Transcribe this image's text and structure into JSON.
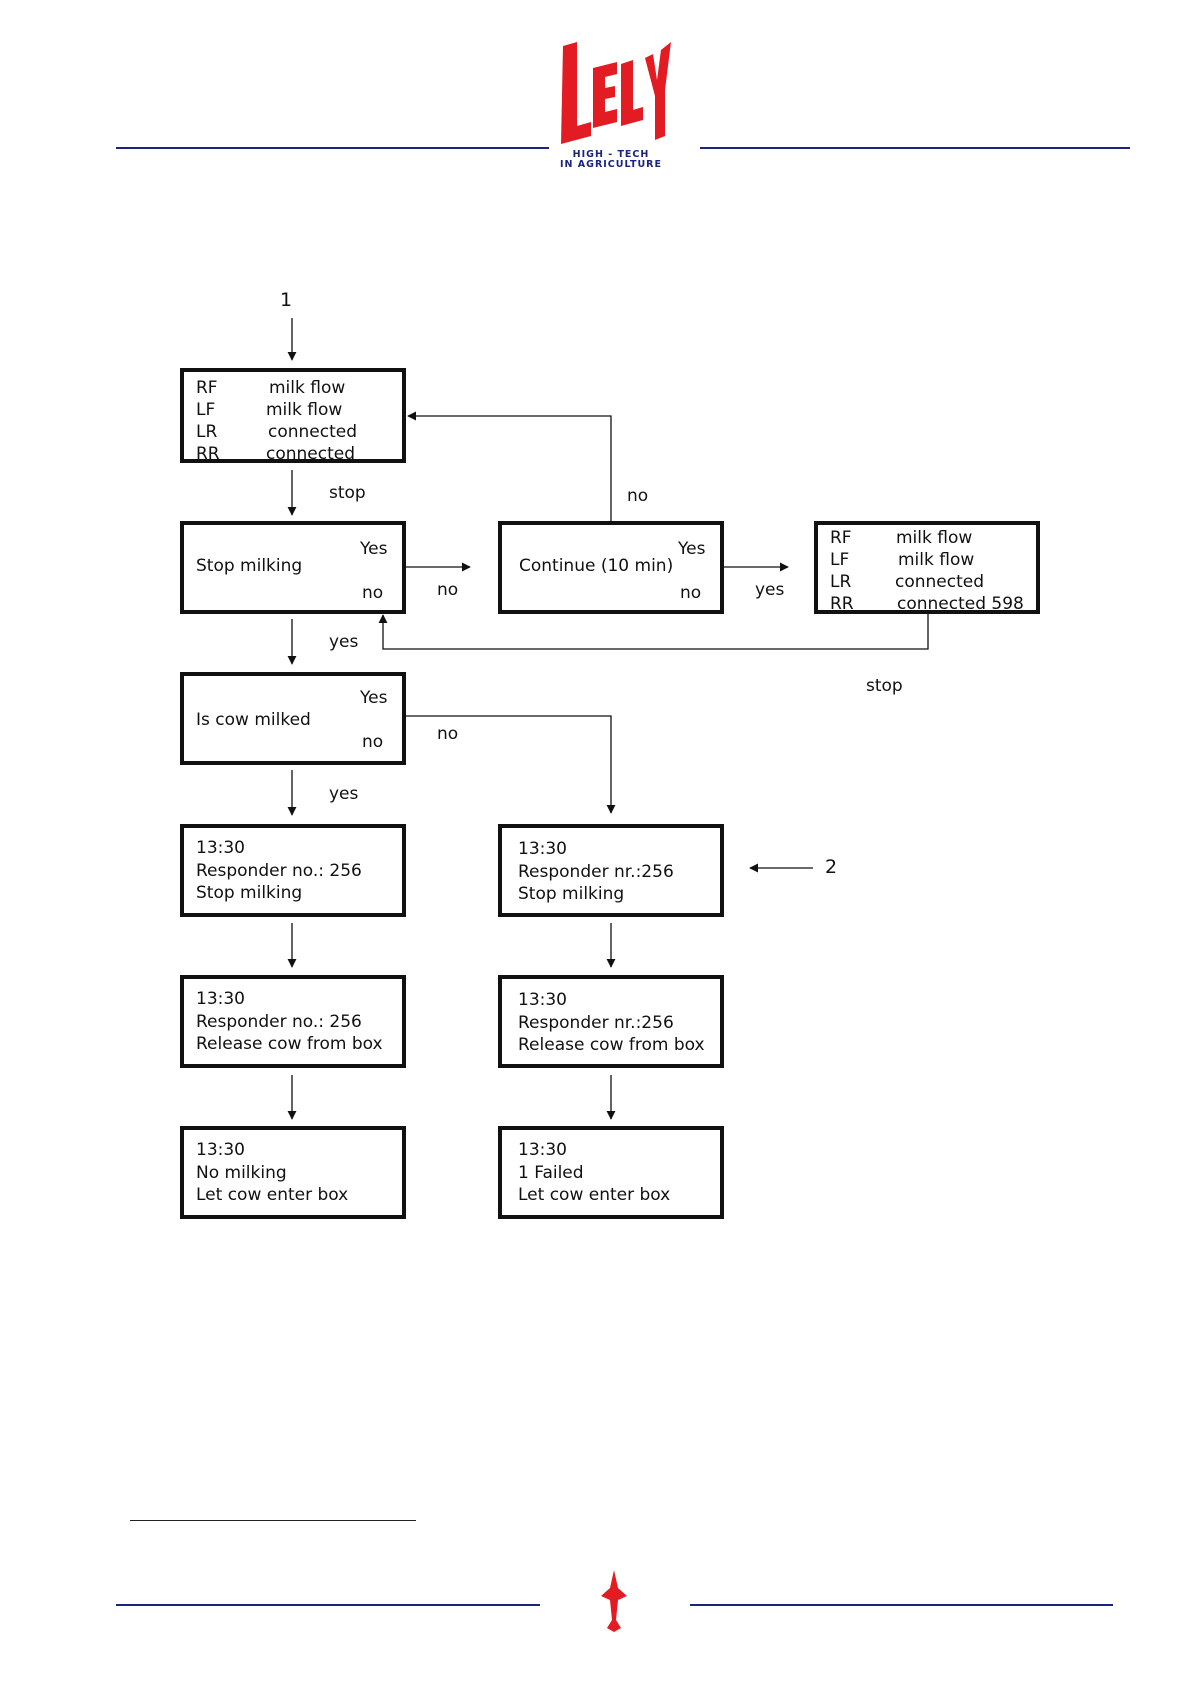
{
  "header": {
    "logo_text": "LELY",
    "tagline_line1": "HIGH - TECH",
    "tagline_line2": "IN AGRICULTURE",
    "rule_color": "#1a237e",
    "logo_color": "#e31b23"
  },
  "diagram": {
    "callout_1": "1",
    "callout_2": "2",
    "status_box_1": {
      "rows": [
        {
          "code": "RF",
          "state": "milk flow"
        },
        {
          "code": "LF",
          "state": "milk flow"
        },
        {
          "code": "LR",
          "state": "connected"
        },
        {
          "code": "RR",
          "state": "connected"
        }
      ]
    },
    "stop_milking_box": {
      "text": "Stop milking",
      "yes": "Yes",
      "no": "no"
    },
    "continue_box": {
      "text": "Continue (10 min)",
      "yes": "Yes",
      "no": "no"
    },
    "status_box_2": {
      "rows": [
        {
          "code": "RF",
          "state": "milk flow"
        },
        {
          "code": "LF",
          "state": "milk flow"
        },
        {
          "code": "LR",
          "state": "connected"
        },
        {
          "code": "RR",
          "state": "connected 598"
        }
      ]
    },
    "is_cow_milked_box": {
      "text": "Is cow milked",
      "yes": "Yes",
      "no": "no"
    },
    "left_column": [
      {
        "line1": "13:30",
        "line2": "Responder no.: 256",
        "line3": "Stop milking"
      },
      {
        "line1": "13:30",
        "line2": "Responder no.: 256",
        "line3": "Release cow from box"
      },
      {
        "line1": "13:30",
        "line2": "No milking",
        "line3": "Let cow enter box"
      }
    ],
    "right_column": [
      {
        "line1": "13:30",
        "line2": "Responder nr.:256",
        "line3": "Stop milking"
      },
      {
        "line1": "13:30",
        "line2": "Responder nr.:256",
        "line3": "Release cow from box"
      },
      {
        "line1": "13:30",
        "line2": "1 Failed",
        "line3": "Let cow enter box"
      }
    ],
    "edge_labels": {
      "stop_1": "stop",
      "no_continue_back": "no",
      "no_stop_to_continue": "no",
      "yes_continue_to_status": "yes",
      "yes_stop_down": "yes",
      "stop_2": "stop",
      "no_milked": "no",
      "yes_milked": "yes"
    }
  }
}
